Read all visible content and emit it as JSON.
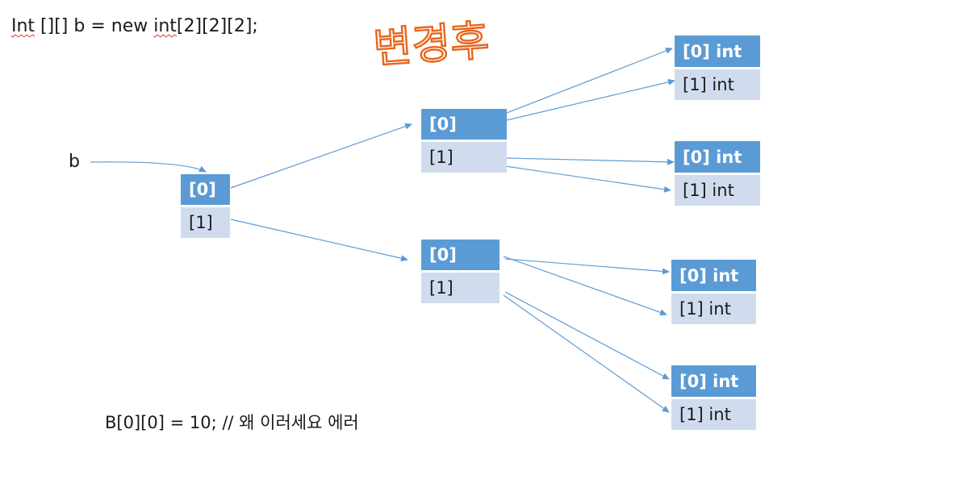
{
  "code_line": {
    "prefix": "Int",
    "middle": " [][] b = new ",
    "typename": "int",
    "suffix": "[2][2][2];"
  },
  "variable_label": "b",
  "handwritten_note": "변경후",
  "footer_code": "B[0][0] = 10; // 왜 이러세요 에러",
  "level1": {
    "cells": [
      "[0]",
      "[1]"
    ]
  },
  "level2": [
    {
      "cells": [
        "[0]",
        "[1]"
      ]
    },
    {
      "cells": [
        "[0]",
        "[1]"
      ]
    }
  ],
  "level3": [
    {
      "cells": [
        "[0] int",
        "[1] int"
      ]
    },
    {
      "cells": [
        "[0] int",
        "[1] int"
      ]
    },
    {
      "cells": [
        "[0] int",
        "[1] int"
      ]
    },
    {
      "cells": [
        "[0] int",
        "[1] int"
      ]
    }
  ],
  "colors": {
    "cell_dark": "#5b9bd5",
    "cell_light": "#d0dcee",
    "arrow": "#5b9bd5",
    "handwriting": "#e8651a",
    "squiggle": "#d93025"
  }
}
